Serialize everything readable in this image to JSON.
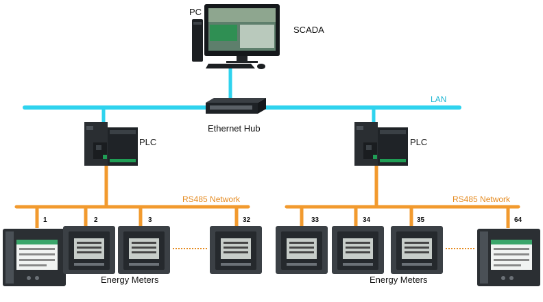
{
  "top": {
    "pc_label": "PC",
    "scada_label": "SCADA",
    "lan_label": "LAN",
    "hub_label": "Ethernet Hub"
  },
  "left_group": {
    "plc_label": "PLC",
    "network_label": "RS485 Network",
    "meter_numbers": [
      "1",
      "2",
      "3",
      "32"
    ],
    "meters_label": "Energy Meters"
  },
  "right_group": {
    "plc_label": "PLC",
    "network_label": "RS485 Network",
    "meter_numbers": [
      "33",
      "34",
      "35",
      "64"
    ],
    "meters_label": "Energy Meters"
  },
  "colors": {
    "lan": "#2fd3ee",
    "rs485": "#f29a2e",
    "device_dark": "#2b2f33",
    "device_mid": "#4a5056",
    "plc_green": "#1f9d55"
  }
}
